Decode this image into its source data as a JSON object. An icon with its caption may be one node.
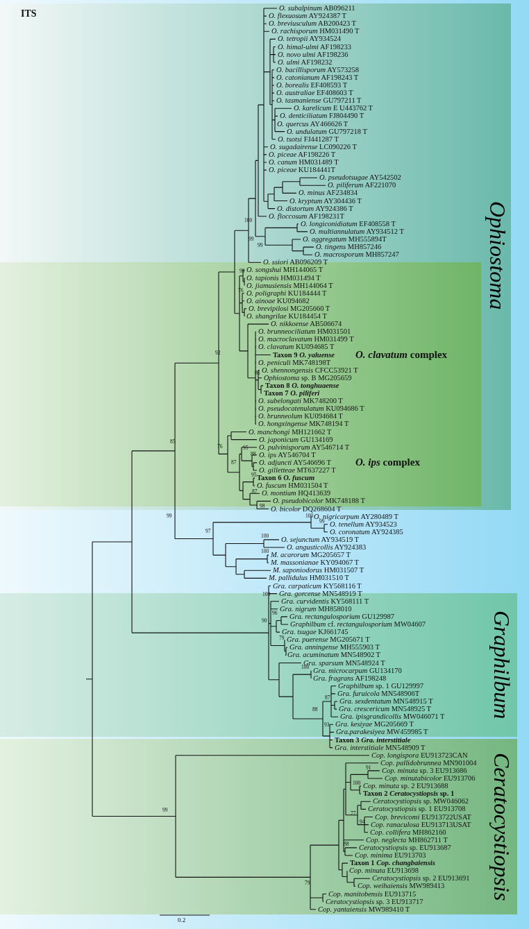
{
  "diagram": {
    "title": "ITS",
    "nodes": [
      {
        "text": [
          "Ophiostoma"
        ]
      },
      {
        "text": [
          "*O. clavatum* complex"
        ],
        "in": 0
      },
      {
        "text": [
          "*O. ips* complex"
        ],
        "in": 0
      },
      {
        "text": [
          "Graphilbum"
        ]
      },
      {
        "text": [
          "Ceratocystiopsis"
        ]
      }
    ],
    "labels": [
      "*O. subalpinum* AB096211",
      "*O. flexuosum* AY924387 T",
      "*O. breviusculum* AB200423 T",
      "*O. rachisporum* HM031490 T",
      "*O. tetropii* AY934524",
      "*O. himal-ulmi* AF198233",
      "*O. novo ulmi* AF198236",
      "*O. ulmi* AF198232",
      "*O. bacillisporum* AY573258",
      "*O. catonianum* AF198243 T",
      "*O. borealis* EF408593 T",
      "*O. australiae* EF408603 T",
      "*O. tasmaniense* GU797211 T",
      "*O. karelicum* E U443762 T",
      "*O. denticiliatum* FJ804490 T",
      "*O. quercus* AY466626 T",
      "*O. undulatum* GU797218 T",
      "*O. tsotsi* FJ441287 T",
      "*O. sugadairense* LC090226 T",
      "*O. piceae* AF198226 T",
      "*O. canum* HM031489 T",
      "*O. piceae* KU184441T",
      "*O. pseudotsugae* AY542502",
      "*O. piliferum* AF221070",
      "*O. minus* AF234834",
      "*O. kryptum* AY304436 T",
      "*O. distortum* AY924386 T",
      "*O. floccosum* AF198231T",
      "100",
      "*O. longiconidiatum* EF408558 T",
      "*O. multiannulatum* AY934512 T",
      "*O. aggregatum* MH555894T",
      "99",
      "99",
      "*O. tingens* MH857246",
      "*O. macrosporum* MH857247",
      "*O. ssiori* AB096209 T",
      "*O. songshui* MH144065 T",
      "99",
      "*O. tapionis* HM031494 T",
      "*O. jiamusiensis* MH144064 T",
      "76",
      "*O. poligraphi* KU184444 T",
      "*O. ainoae* KU094682",
      "*O. brevipilosi* MG205660 T",
      "*O. shangrilae* KU184454 T",
      "*O. nikkoense* AB506674",
      "*O. brunneociliatum* HM031501",
      "*O. macroclavatum* HM031499 T",
      "*O. clavatum* KU094685 T",
      "92",
      "**Taxon 9** *O. yaluense*",
      "*O. peniculi* MK748198T",
      "*O. shennongensis* CFCC53921 T",
      "86",
      "*Ophiostoma* sp. B MG205659",
      "**Taxon 8** *O. tonghuaense*",
      "**Taxon 7** *O. piliferi*",
      "*O. subelongati* MK748200 T",
      "*O. pseudocatenulatum* KU094686 T",
      "*O. brunneolum* KU094684 T",
      "*O. hongxingense* MK748194 T",
      "*O. manchongi* MH121662 T",
      "*O. japonicum* GU134169",
      "85",
      "76",
      "95",
      "*O. pulvinisporum* AY546714 T",
      "*O. ips* AY546704 T",
      "88",
      "*O. adjuncti* AY546696 T",
      "87",
      "*O. gilletteae* MT637227 T",
      "95",
      "**Taxon 6** *O. fuscum*",
      "*O. fuscum* HM031504 T",
      "87",
      "*O. montium* HQ413639",
      "*O. pseudobicolor* MK748188 T",
      "98",
      "*O. bicolor* DQ268604 T",
      "99",
      "100",
      "*O. nigricarpum* AY280489 T",
      "99",
      "*O. tenellum* AY934523",
      "*O. coronatum* AY924385",
      "97",
      "100",
      "*O. sejunctum* AY934519 T",
      "*O. angusticollis* AY924383",
      "100",
      "*M. acarorum* MG205657 T",
      "*M. massonianae* KY094067 T",
      "*M. saponiodorus* HM031507 T",
      "*M. pallidulus* HM031510 T",
      "*Gra. carpaticum* KY568116 T",
      "*Gra. gorcense* MN548919 T",
      "100",
      "*Gra. curvidentis* KY568111 T",
      "*Gra. nigrum* MH858010",
      "96",
      "*Gra. rectangulosporium* GU129987",
      "90",
      "*Graphilbum* cf. *rectangulosporium* MW04607",
      "*Gra. tsugae* KJ661745",
      "79",
      "*Gra. puerense* MG205671 T",
      "*Gra. anningense* MH555903 T",
      "*Gra. acuminatum* MN548902 T",
      "*Gra. sparsum* MN548924 T",
      "100",
      "*Gra. microcarpum* GU134170",
      "*Gra. fragrans* AF198248",
      "*Graphilbum* sp. 1 GU129997",
      "*Gra. furuicola* MN548906T",
      "*Gra. sexdentatum* MN548915 T",
      "87",
      "*Gra. crescericum* MN548925 T",
      "88",
      "*Gra. ipisgrandicollis* MW046071 T",
      "*Gra. kesiyae* MG205669 T",
      "93",
      "*Gra.parakesiyea* MW459985 T",
      "**Taxon 3** *Gra. interstitiale*",
      "*Gra. interstitiale* MN548909 T",
      "*Cop. longispora* EU913723CAN",
      "*Cop. pallidobrunnea* MN901004",
      "91",
      "*Cop. minuta* sp. 3 EU913686",
      "*Cop. minutabicolor* EU913706",
      "100",
      "*Cop. minuta* sp. 2 EU913688",
      "**Taxon 2** *Ceratocystiopsis* **sp. 1**",
      "*Ceratocystiopsis* sp. MW046062",
      "*Ceratocystiopsis* sp. 1 EU913708",
      "99",
      "77",
      "*Cop. brevicomi* EU913722USAT",
      "94",
      "*Cop. ranaculosa* EU913713USAT",
      "*Cop. collifera* MH862160",
      "*Cop. neglecta* MH862711 T",
      "88",
      "*Ceratocystiopsis* sp. EU913687",
      "*Cop. minima* EU913703",
      "**Taxon 1** *Cop. changbaiensis*",
      "*Cop. minuta* EU913698",
      "*Ceratocystiopsis* sp. 2 EU913691",
      "*Cop. weihaiensis* MW989413",
      "79",
      "*Cop. manitobensis* EU913715",
      "*Ceratocystiopsis* sp. 3 EU913717",
      "*Cop. yantaiensis* MW989410 T",
      "0.2"
    ]
  }
}
